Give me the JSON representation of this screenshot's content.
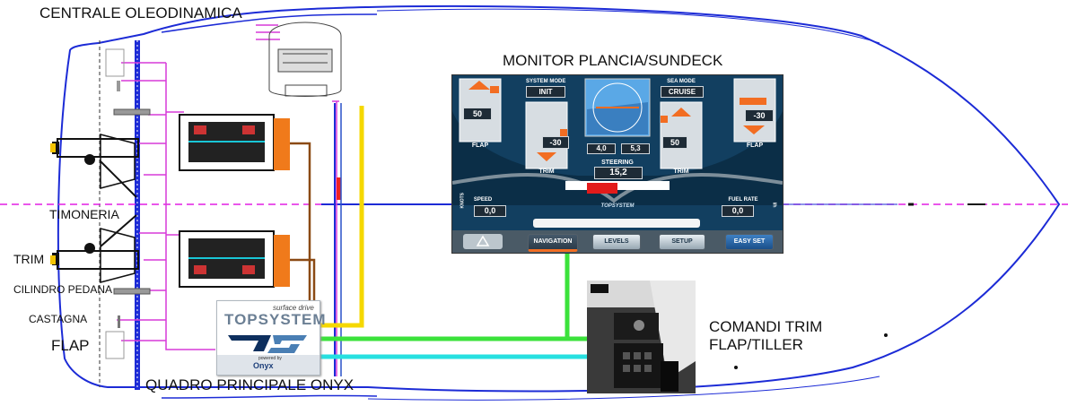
{
  "labels": {
    "centrale": "CENTRALE  OLEODINAMICA",
    "monitor": "MONITOR PLANCIA/SUNDECK",
    "timoneria": "TIMONERIA",
    "trim": "TRIM",
    "cilindro": "CILINDRO PEDANA",
    "castagna": "CASTAGNA",
    "flap": "FLAP",
    "quadro": "QUADRO  PRINCIPALE  ONYX",
    "comandi_line1": "COMANDI TRIM",
    "comandi_line2": "FLAP/TILLER"
  },
  "monitor_screen": {
    "system_mode_title": "SYSTEM MODE",
    "system_mode_value": "INIT",
    "sea_mode_title": "SEA MODE",
    "sea_mode_value": "CRUISE",
    "flap_left_value": "50",
    "flap_left_label": "FLAP",
    "flap_right_value": "-30",
    "flap_right_label": "FLAP",
    "trim_left_value": "-30",
    "trim_left_label": "TRIM",
    "trim_right_value": "50",
    "trim_right_label": "TRIM",
    "engine_left_value": "4,0",
    "engine_right_value": "5,3",
    "steering_title": "STEERING",
    "steering_value": "15,2",
    "speed_title": "SPEED",
    "speed_unit": "KNOTS",
    "speed_value": "0,0",
    "fuel_title": "FUEL RATE",
    "fuel_unit": "l/h",
    "fuel_value": "0,0",
    "logo": "TOPSYSTEM",
    "buttons": [
      "NAVIGATION",
      "LEVELS",
      "SETUP",
      "EASY SET"
    ]
  },
  "board": {
    "tagline": "surface drive",
    "brand": "TOPSYSTEM",
    "powered": "powered by",
    "onyx": "Onyx"
  },
  "colors": {
    "hull": "#1c2bd6",
    "centerline": "#e21ee3",
    "yellow_cable": "#f5d800",
    "green_cable": "#3be23b",
    "cyan_cable": "#27e0e0",
    "brown_cable": "#8b4a14",
    "magenta_wiring": "#d73ad9",
    "monitor_bg": "#0f3b5b",
    "accent_orange": "#f26d22"
  }
}
